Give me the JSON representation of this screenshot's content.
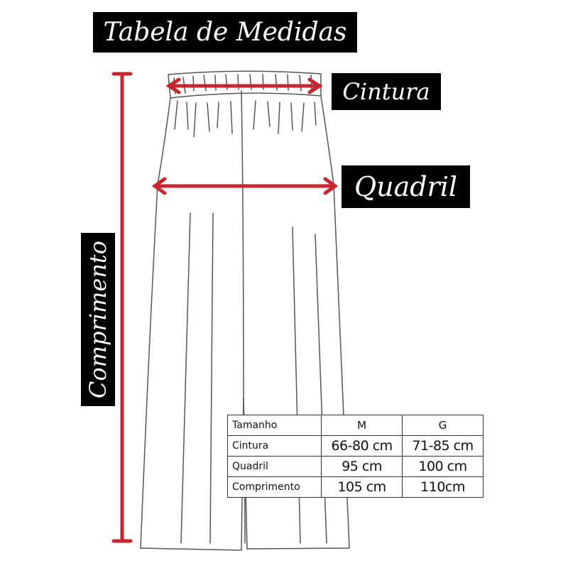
{
  "title": "Tabela de Medidas",
  "labels": {
    "cintura": "Cintura",
    "quadril": "Quadril",
    "comprimento": "Comprimento"
  },
  "colors": {
    "measure_line": "#c8262f",
    "label_background": "#000000",
    "label_text": "#ffffff"
  },
  "size_table": {
    "header": [
      "Tamanho",
      "M",
      "G"
    ],
    "rows": [
      [
        "Cintura",
        "66-80 cm",
        "71-85 cm"
      ],
      [
        "Quadril",
        "95 cm",
        "100 cm"
      ],
      [
        "Comprimento",
        "105 cm",
        "110cm"
      ]
    ]
  }
}
